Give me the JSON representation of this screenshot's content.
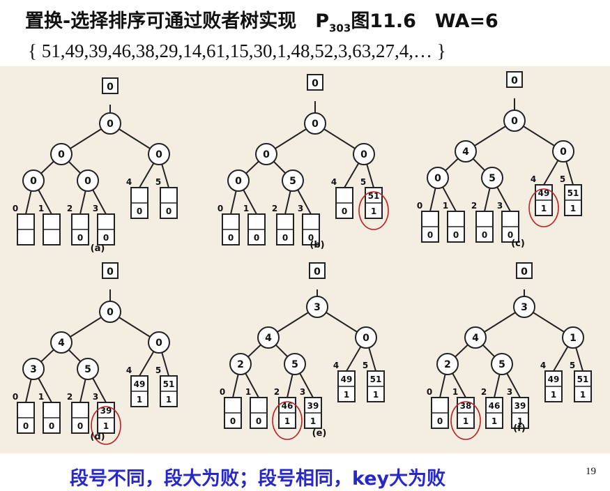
{
  "header": {
    "title_main": "置换-选择排序可通过败者树实现　P",
    "title_sub": "303",
    "title_tail": "图11.6　WA=6",
    "sequence": "{ 51,49,39,46,38,29,14,61,15,30,1,48,52,3,63,27,4,… }"
  },
  "footer": {
    "note": "段号不同，段大为败；段号相同，key大为败",
    "page": "19"
  },
  "panels": [
    {
      "label": "(a)",
      "top": "0",
      "internal": [
        "0",
        "0",
        "0",
        "0",
        "0"
      ],
      "slot_nums": [
        "0",
        "1",
        "2",
        "3",
        "4",
        "5"
      ],
      "leaves": [
        [
          "",
          ""
        ],
        [
          "",
          ""
        ],
        [
          "",
          "0"
        ],
        [
          "",
          "0"
        ],
        [
          "",
          "0"
        ],
        [
          "",
          "0"
        ]
      ]
    },
    {
      "label": "(b)",
      "top": "0",
      "internal": [
        "0",
        "0",
        "0",
        "0",
        "5"
      ],
      "slot_nums": [
        "0",
        "1",
        "2",
        "3",
        "4",
        "5"
      ],
      "leaves": [
        [
          "",
          "0"
        ],
        [
          "",
          "0"
        ],
        [
          "",
          "0"
        ],
        [
          "",
          "0"
        ],
        [
          "",
          "0"
        ],
        [
          "51",
          "1"
        ]
      ]
    },
    {
      "label": "(c)",
      "top": "0",
      "internal": [
        "0",
        "4",
        "0",
        "0",
        "5"
      ],
      "slot_nums": [
        "0",
        "1",
        "2",
        "3",
        "4",
        "5"
      ],
      "leaves": [
        [
          "",
          "0"
        ],
        [
          "",
          "0"
        ],
        [
          "",
          "0"
        ],
        [
          "",
          "0"
        ],
        [
          "49",
          "1"
        ],
        [
          "51",
          "1"
        ]
      ]
    },
    {
      "label": "(d)",
      "top": "0",
      "internal": [
        "0",
        "4",
        "0",
        "3",
        "5"
      ],
      "slot_nums": [
        "0",
        "1",
        "2",
        "3",
        "4",
        "5"
      ],
      "leaves": [
        [
          "",
          "0"
        ],
        [
          "",
          "0"
        ],
        [
          "",
          "0"
        ],
        [
          "39",
          "1"
        ],
        [
          "49",
          "1"
        ],
        [
          "51",
          "1"
        ]
      ]
    },
    {
      "label": "(e)",
      "top": "0",
      "internal": [
        "3",
        "4",
        "0",
        "2",
        "5"
      ],
      "slot_nums": [
        "0",
        "1",
        "2",
        "3",
        "4",
        "5"
      ],
      "leaves": [
        [
          "",
          "0"
        ],
        [
          "",
          "0"
        ],
        [
          "46",
          "1"
        ],
        [
          "39",
          "1"
        ],
        [
          "49",
          "1"
        ],
        [
          "51",
          "1"
        ]
      ]
    },
    {
      "label": "(f)",
      "top": "0",
      "internal": [
        "3",
        "4",
        "1",
        "2",
        "5"
      ],
      "slot_nums": [
        "0",
        "1",
        "2",
        "3",
        "4",
        "5"
      ],
      "leaves": [
        [
          "",
          "0"
        ],
        [
          "38",
          "1"
        ],
        [
          "46",
          "1"
        ],
        [
          "39",
          "1"
        ],
        [
          "49",
          "1"
        ],
        [
          "51",
          "1"
        ]
      ]
    }
  ]
}
